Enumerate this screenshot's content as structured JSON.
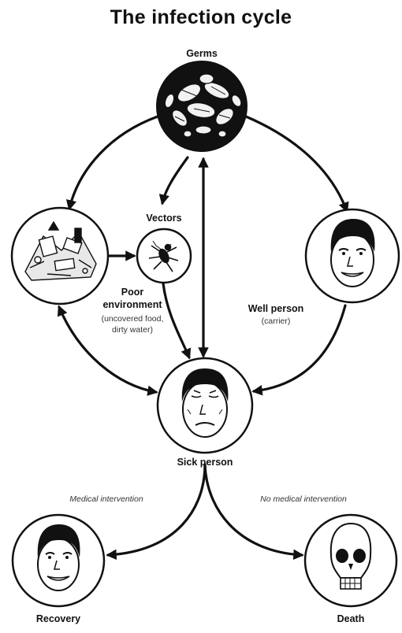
{
  "title": "The infection cycle",
  "nodes": {
    "germs": {
      "label": "Germs",
      "icon": "germs-cluster-icon"
    },
    "vectors": {
      "label": "Vectors",
      "icon": "insect-icon"
    },
    "environment": {
      "label_line1": "Poor",
      "label_line2": "environment",
      "note_line1": "(uncovered food,",
      "note_line2": "dirty water)",
      "icon": "garbage-heap-icon"
    },
    "well_person": {
      "label": "Well person",
      "note": "(carrier)",
      "icon": "well-person-face-icon"
    },
    "sick_person": {
      "label": "Sick person",
      "icon": "sick-person-face-icon"
    },
    "recovery": {
      "label": "Recovery",
      "icon": "recovered-person-face-icon"
    },
    "death": {
      "label": "Death",
      "icon": "skull-icon"
    }
  },
  "branches": {
    "left": "Medical intervention",
    "right": "No medical intervention"
  },
  "colors": {
    "ink": "#111111",
    "paper": "#ffffff"
  }
}
